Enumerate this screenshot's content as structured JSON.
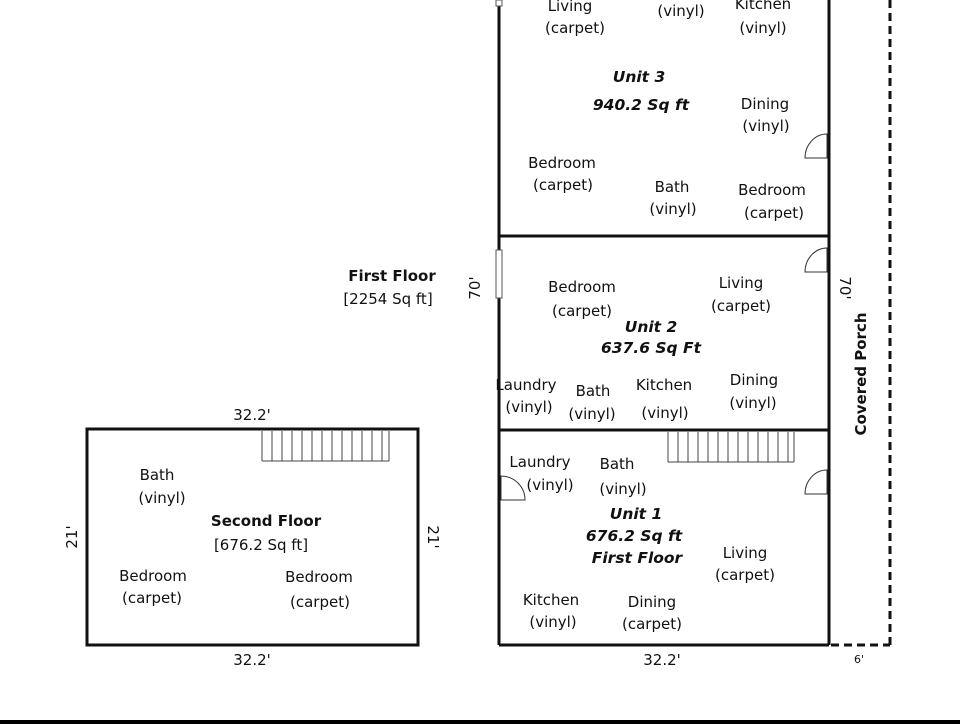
{
  "first_floor": {
    "title": "First Floor",
    "area": "[2254 Sq ft]",
    "width_label": "32.2'",
    "height_label": "70'",
    "porch_label": "Covered Porch",
    "porch_width_label": "6'"
  },
  "unit3": {
    "name": "Unit 3",
    "area": "940.2 Sq ft",
    "rooms": [
      {
        "name": "Living",
        "floor": "(carpet)"
      },
      {
        "name": "",
        "floor": "(vinyl)"
      },
      {
        "name": "Kitchen",
        "floor": "(vinyl)"
      },
      {
        "name": "Dining",
        "floor": "(vinyl)"
      },
      {
        "name": "Bedroom",
        "floor": "(carpet)"
      },
      {
        "name": "Bath",
        "floor": "(vinyl)"
      },
      {
        "name": "Bedroom",
        "floor": "(carpet)"
      }
    ]
  },
  "unit2": {
    "name": "Unit 2",
    "area": "637.6 Sq Ft",
    "rooms": [
      {
        "name": "Bedroom",
        "floor": "(carpet)"
      },
      {
        "name": "Living",
        "floor": "(carpet)"
      },
      {
        "name": "Laundry",
        "floor": "(vinyl)"
      },
      {
        "name": "Bath",
        "floor": "(vinyl)"
      },
      {
        "name": "Kitchen",
        "floor": "(vinyl)"
      },
      {
        "name": "Dining",
        "floor": "(vinyl)"
      }
    ]
  },
  "unit1": {
    "name": "Unit 1",
    "area": "676.2 Sq ft",
    "floor_label": "First Floor",
    "rooms": [
      {
        "name": "Laundry",
        "floor": "(vinyl)"
      },
      {
        "name": "Bath",
        "floor": "(vinyl)"
      },
      {
        "name": "Living",
        "floor": "(carpet)"
      },
      {
        "name": "Kitchen",
        "floor": "(vinyl)"
      },
      {
        "name": "Dining",
        "floor": "(carpet)"
      }
    ]
  },
  "second_floor": {
    "title": "Second Floor",
    "area": "[676.2 Sq ft]",
    "width_label": "32.2'",
    "height_label": "21'",
    "rooms": [
      {
        "name": "Bath",
        "floor": "(vinyl)"
      },
      {
        "name": "Bedroom",
        "floor": "(carpet)"
      },
      {
        "name": "Bedroom",
        "floor": "(carpet)"
      }
    ]
  }
}
